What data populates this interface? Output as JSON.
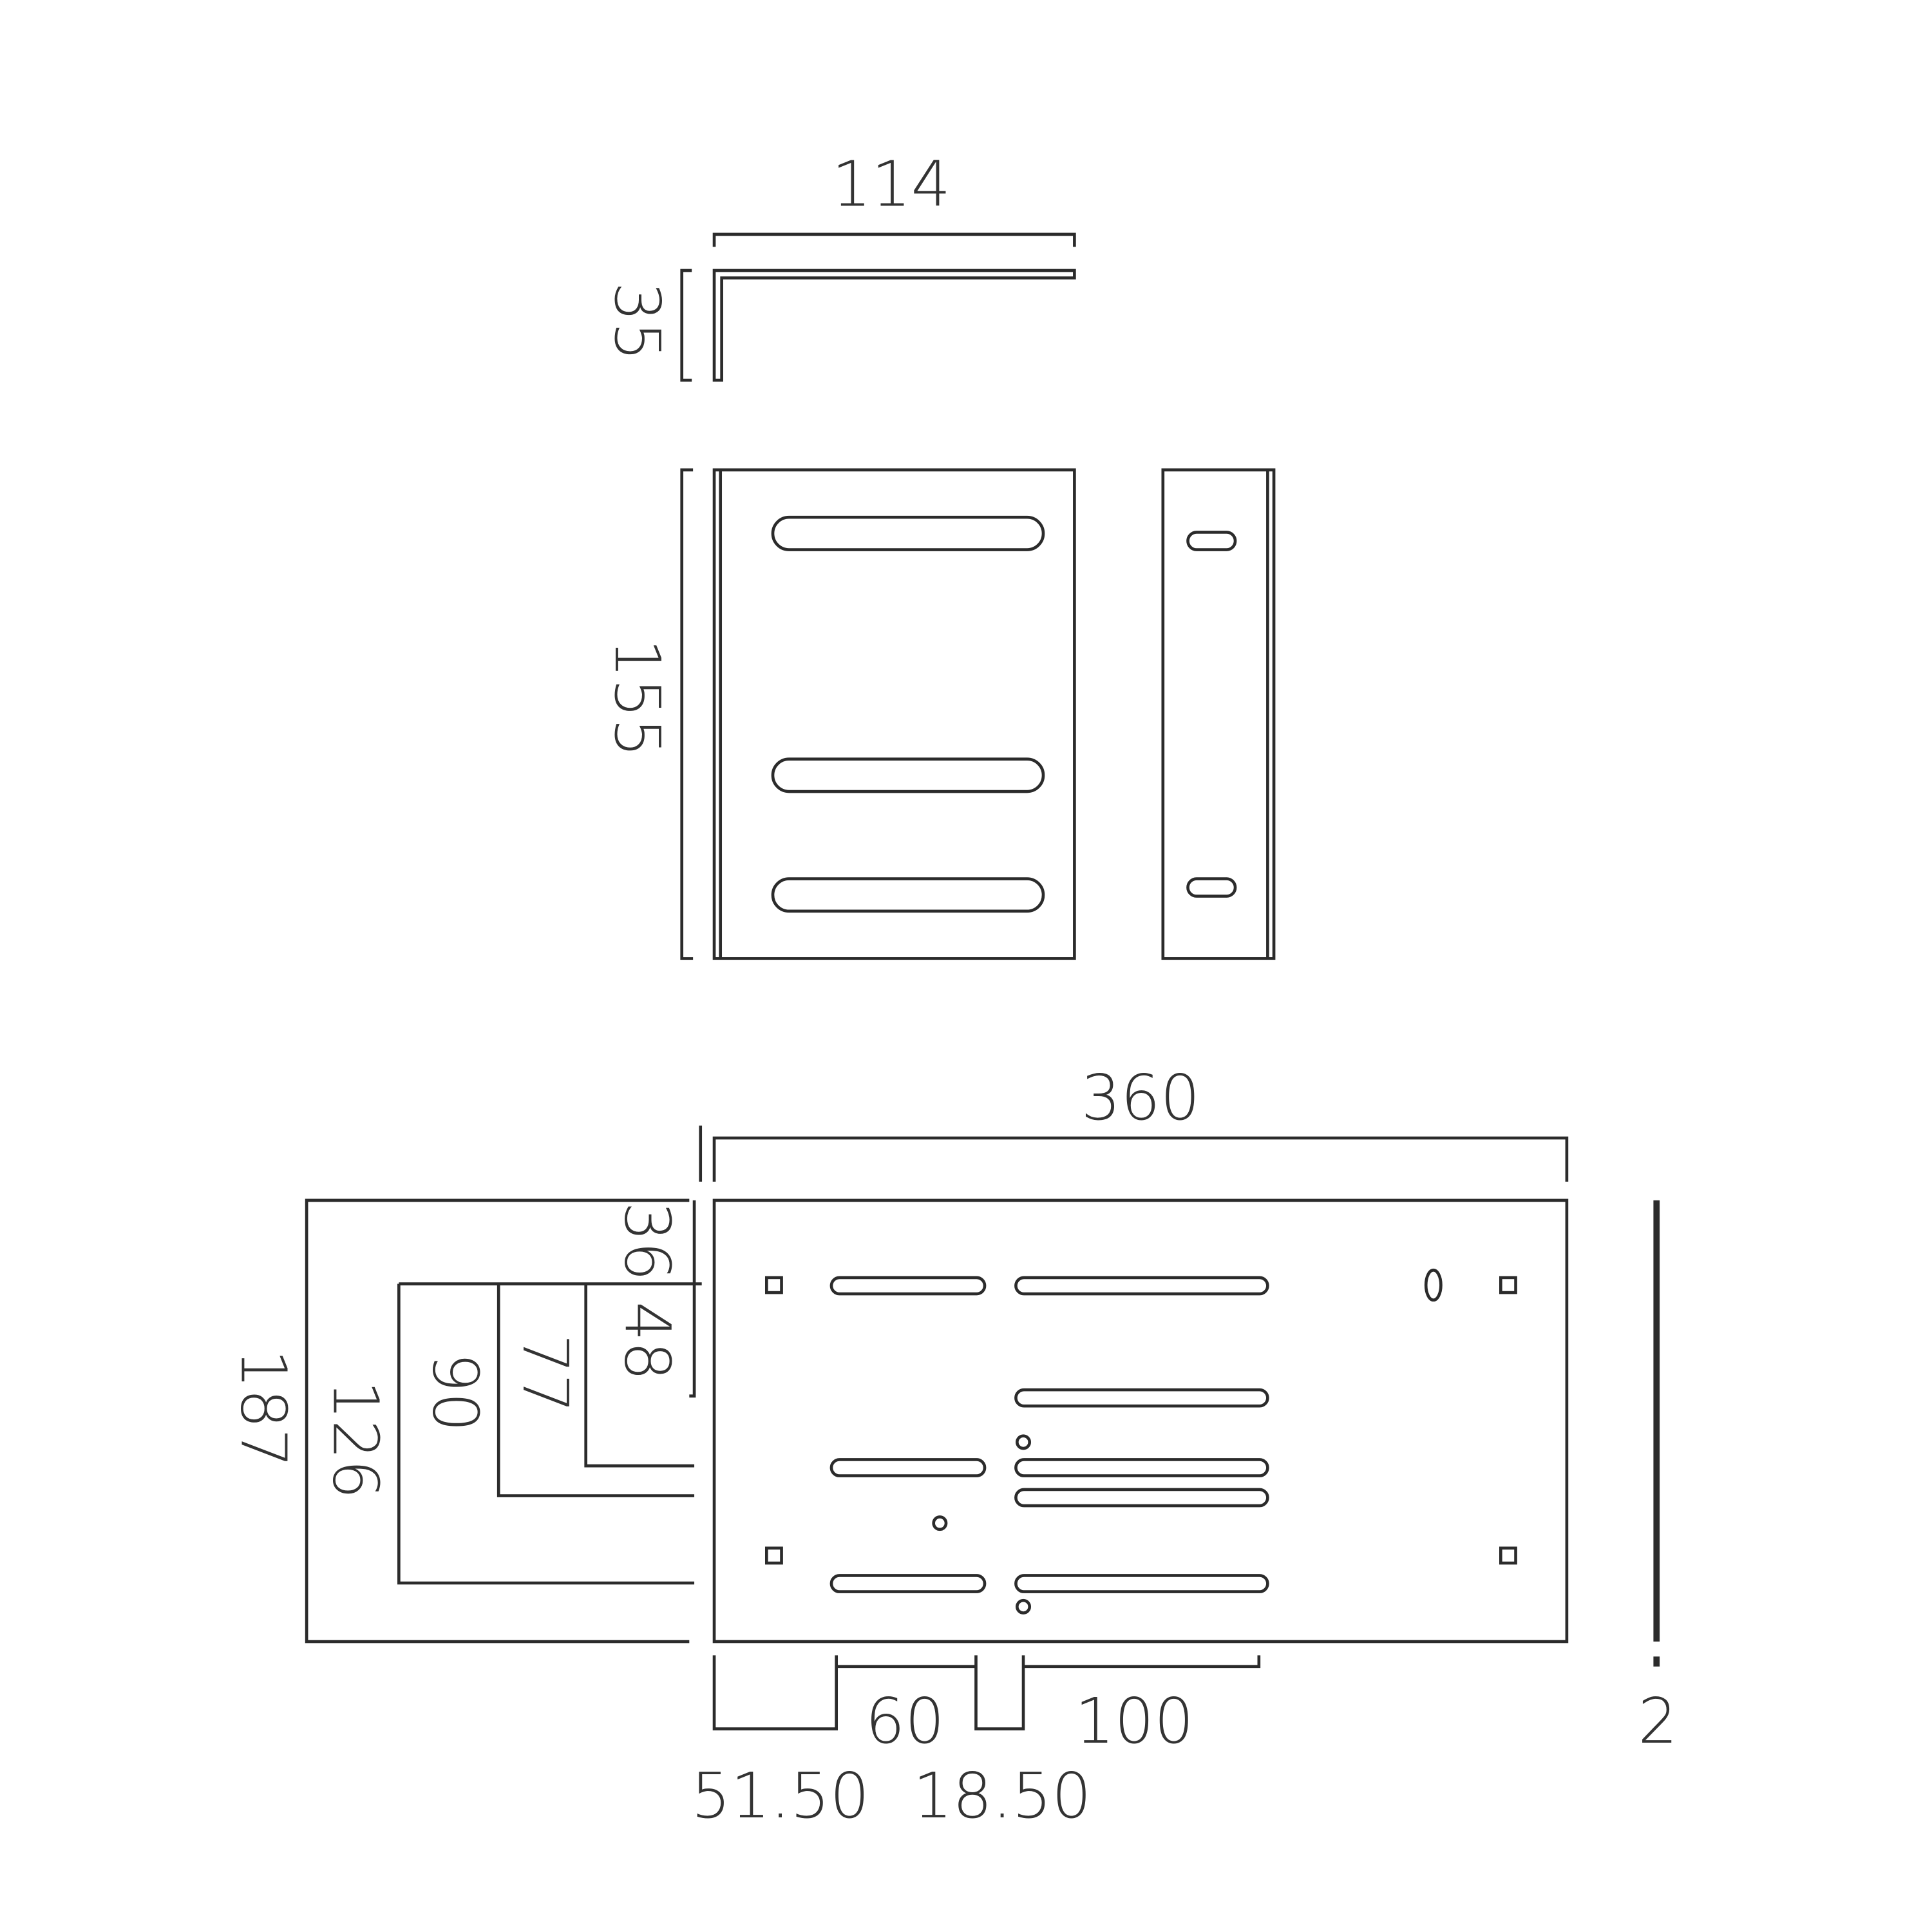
{
  "top_view": {
    "width_label": "114",
    "height_label": "35"
  },
  "front_view": {
    "height_label": "155"
  },
  "plate_view": {
    "width_label": "360",
    "height_label": "187",
    "offset_labels": {
      "d36": "36",
      "d48": "48",
      "d77": "77",
      "d90": "90",
      "d126": "126"
    },
    "bottom_labels": {
      "d60": "60",
      "d100": "100",
      "d51_50": "51.50",
      "d18_50": "18.50"
    },
    "thickness_label": "2"
  },
  "colors": {
    "line": "#2b2b2b",
    "text": "#333333",
    "background": "#ffffff"
  }
}
